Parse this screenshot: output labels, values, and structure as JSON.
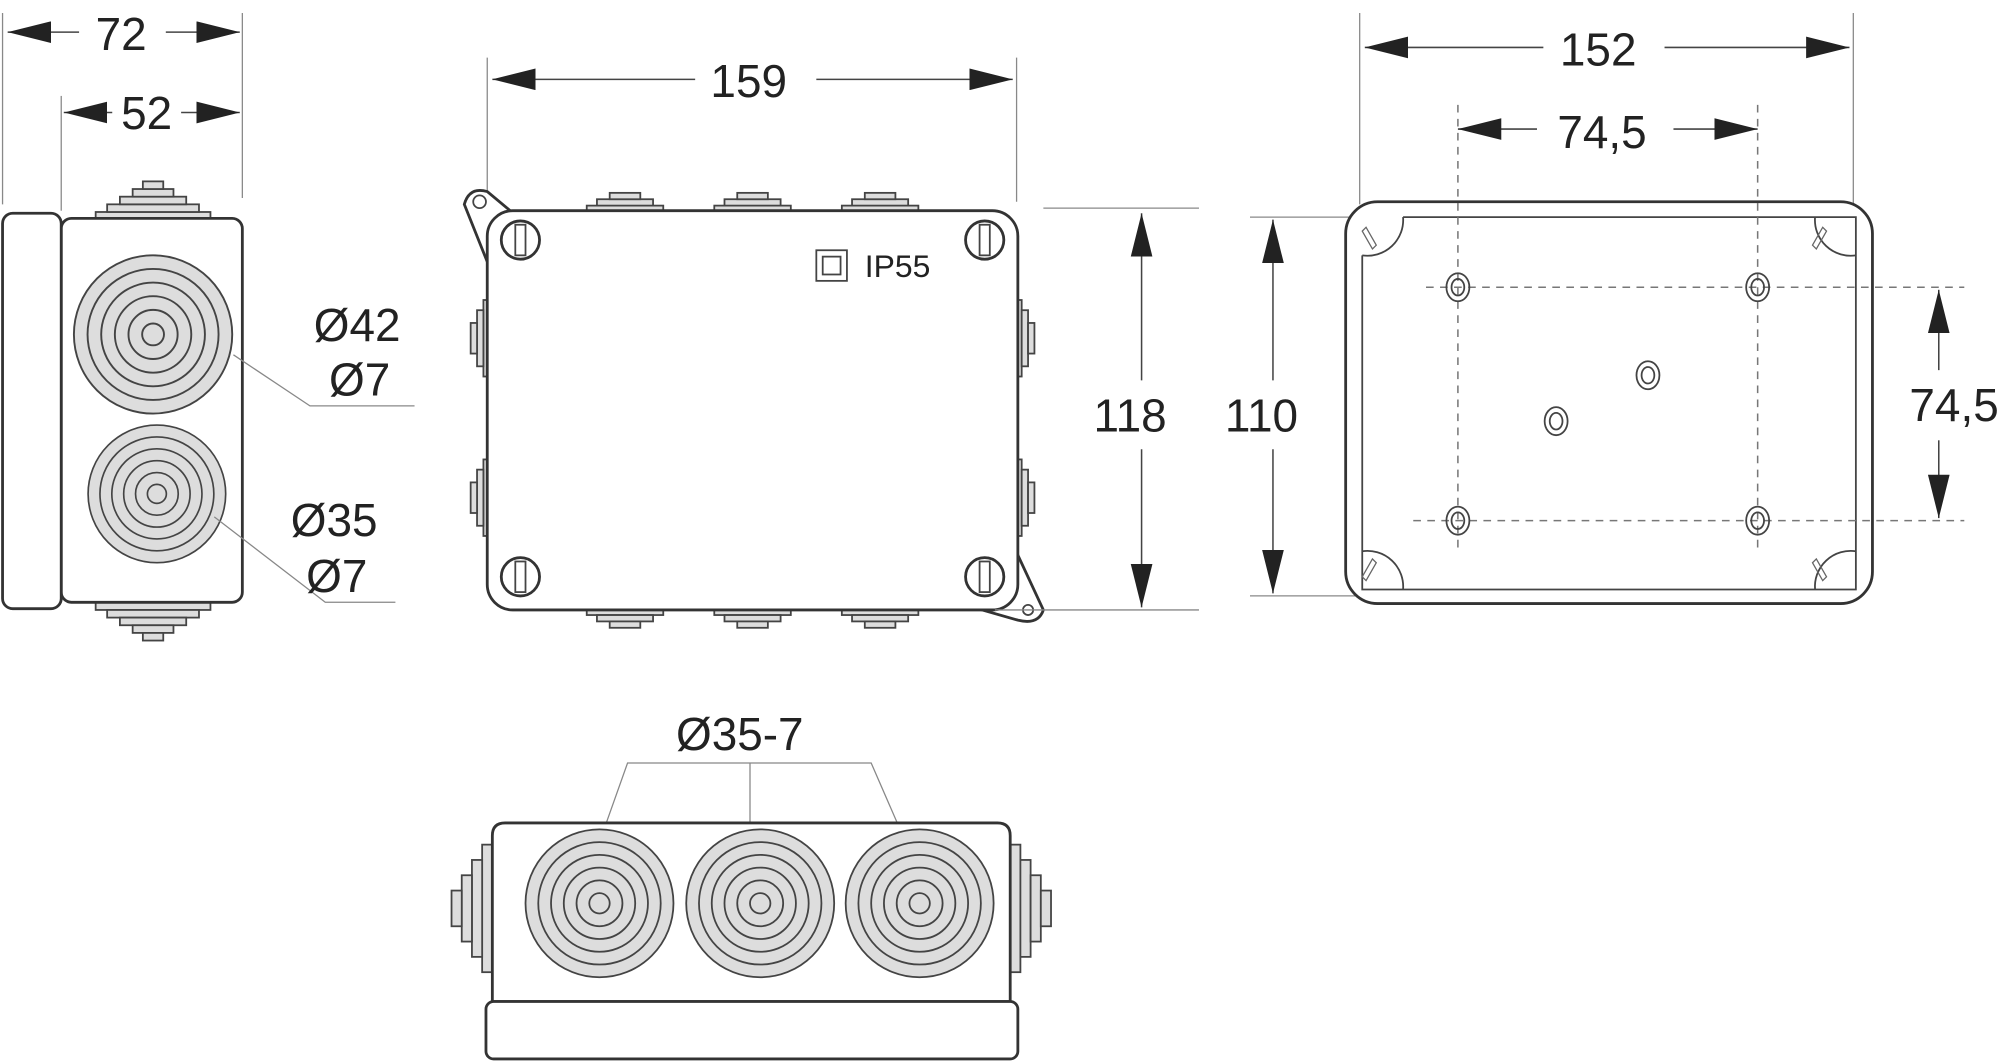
{
  "drawing": {
    "side_view": {
      "width_overall": "72",
      "width_body": "52",
      "gland_large": "Ø42",
      "gland_large_min": "Ø7",
      "gland_small": "Ø35",
      "gland_small_min": "Ø7"
    },
    "front_view": {
      "length": "159",
      "height": "118",
      "rating": "IP55"
    },
    "back_view": {
      "length": "152",
      "height": "110",
      "hole_spacing_x": "74,5",
      "hole_spacing_y": "74,5"
    },
    "bottom_view": {
      "gland_label": "Ø35-7"
    }
  }
}
